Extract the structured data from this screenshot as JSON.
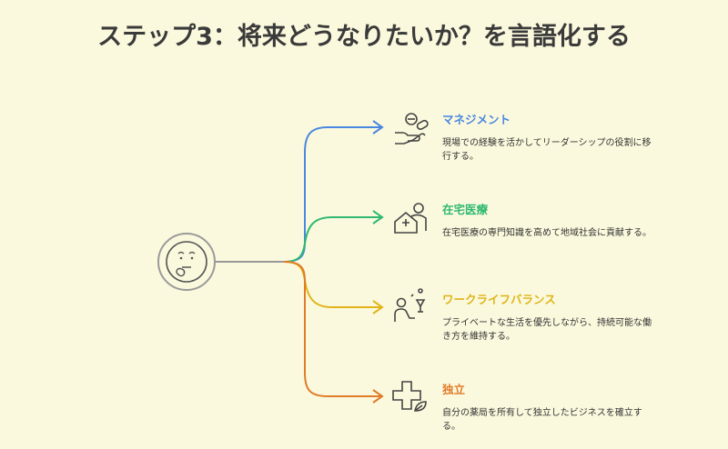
{
  "title": "ステップ3：将来どうなりたいか？を言語化する",
  "branches": [
    {
      "title": "マネジメント",
      "desc": "現場での経験を活かしてリーダーシップの役割に移行する。",
      "color": "#4a87e0",
      "icon": "hand-pills-icon"
    },
    {
      "title": "在宅医療",
      "desc": "在宅医療の専門知識を高めて地域社会に貢献する。",
      "color": "#2fb970",
      "icon": "home-care-icon"
    },
    {
      "title": "ワークライフバランス",
      "desc": "プライベートな生活を優先しながら、持続可能な働き方を維持する。",
      "color": "#e0b41a",
      "icon": "person-glass-icon"
    },
    {
      "title": "独立",
      "desc": "自分の薬局を所有して独立したビジネスを確立する。",
      "color": "#e07b2a",
      "icon": "cross-leaf-icon"
    }
  ]
}
